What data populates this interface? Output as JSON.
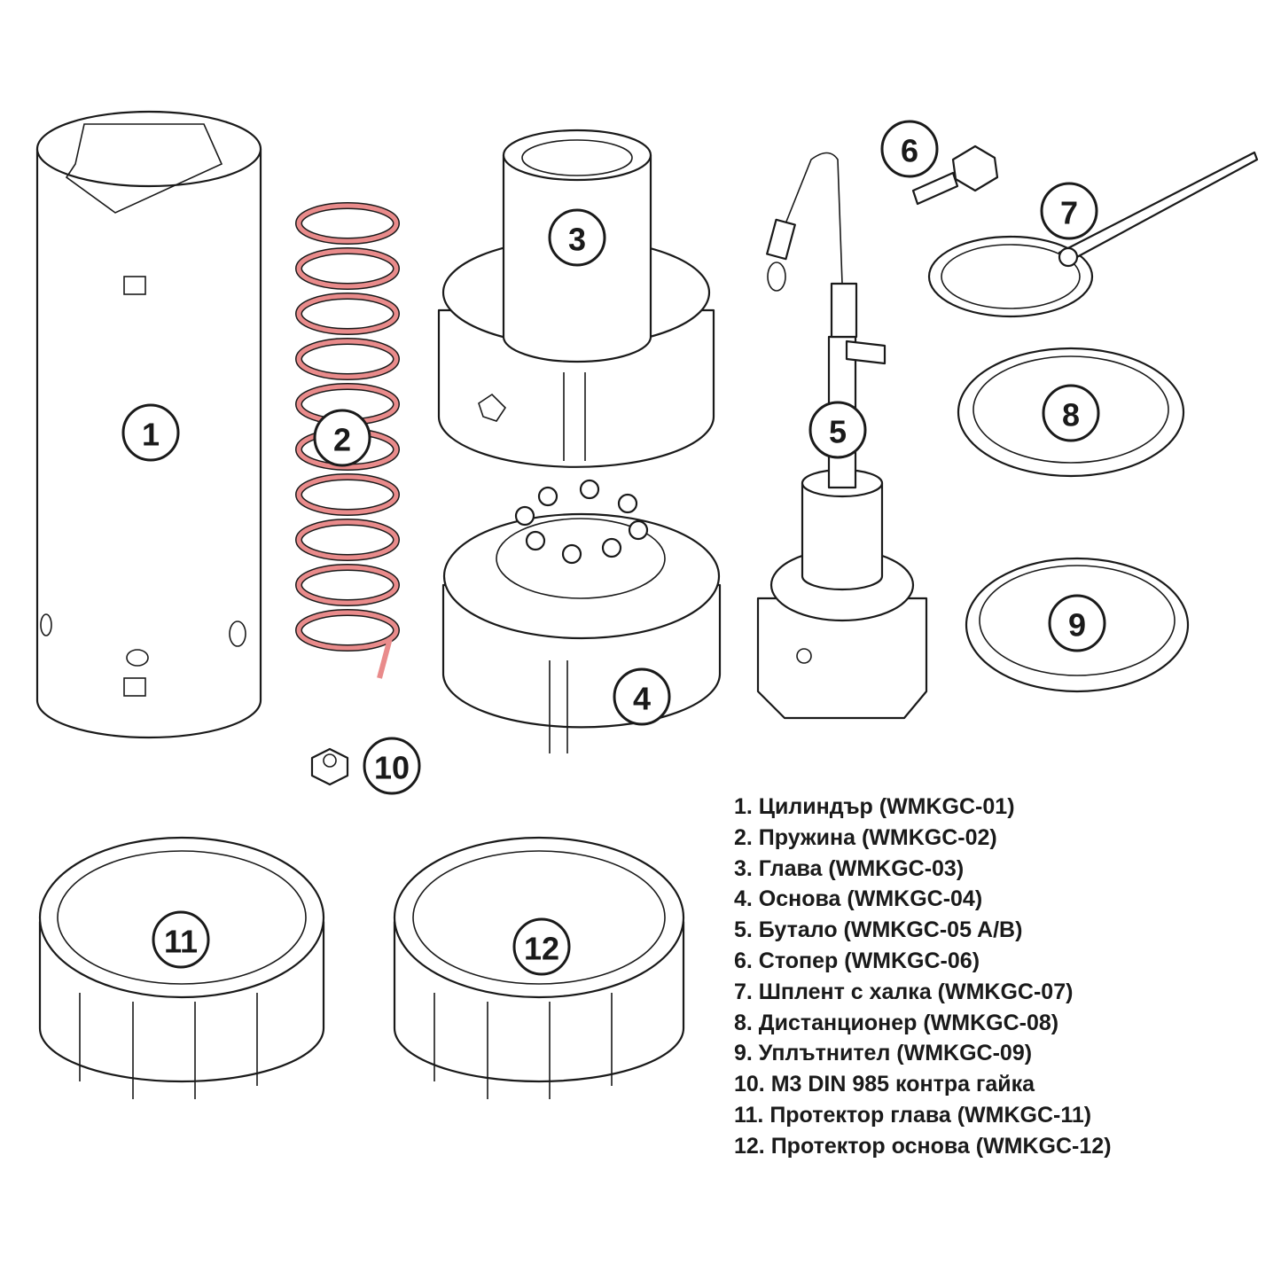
{
  "callouts": [
    "1",
    "2",
    "3",
    "4",
    "5",
    "6",
    "7",
    "8",
    "9",
    "10",
    "11",
    "12"
  ],
  "legend": [
    "1. Цилиндър (WMKGC-01)",
    "2. Пружина (WMKGC-02)",
    "3. Глава (WMKGC-03)",
    "4. Основа (WMKGC-04)",
    "5. Бутало (WMKGC-05 A/B)",
    "6. Стопер (WMKGC-06)",
    "7. Шплент с халка (WMKGC-07)",
    "8. Дистанционер (WMKGC-08)",
    "9. Уплътнител (WMKGC-09)",
    "10. M3 DIN 985 контра гайка",
    "11. Протектор глава (WMKGC-11)",
    "12. Протектор основа (WMKGC-12)"
  ],
  "colors": {
    "line": "#1a1a1a",
    "spring": "#e98b8b"
  }
}
